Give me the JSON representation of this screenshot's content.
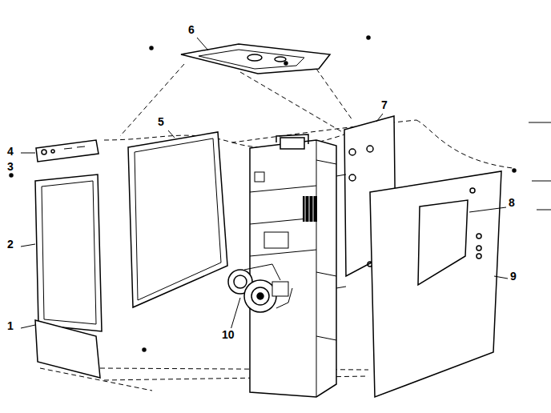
{
  "diagram": {
    "labels": [
      "6",
      "5",
      "7",
      "4",
      "3",
      "8",
      "2",
      "9",
      "10",
      "1"
    ]
  }
}
